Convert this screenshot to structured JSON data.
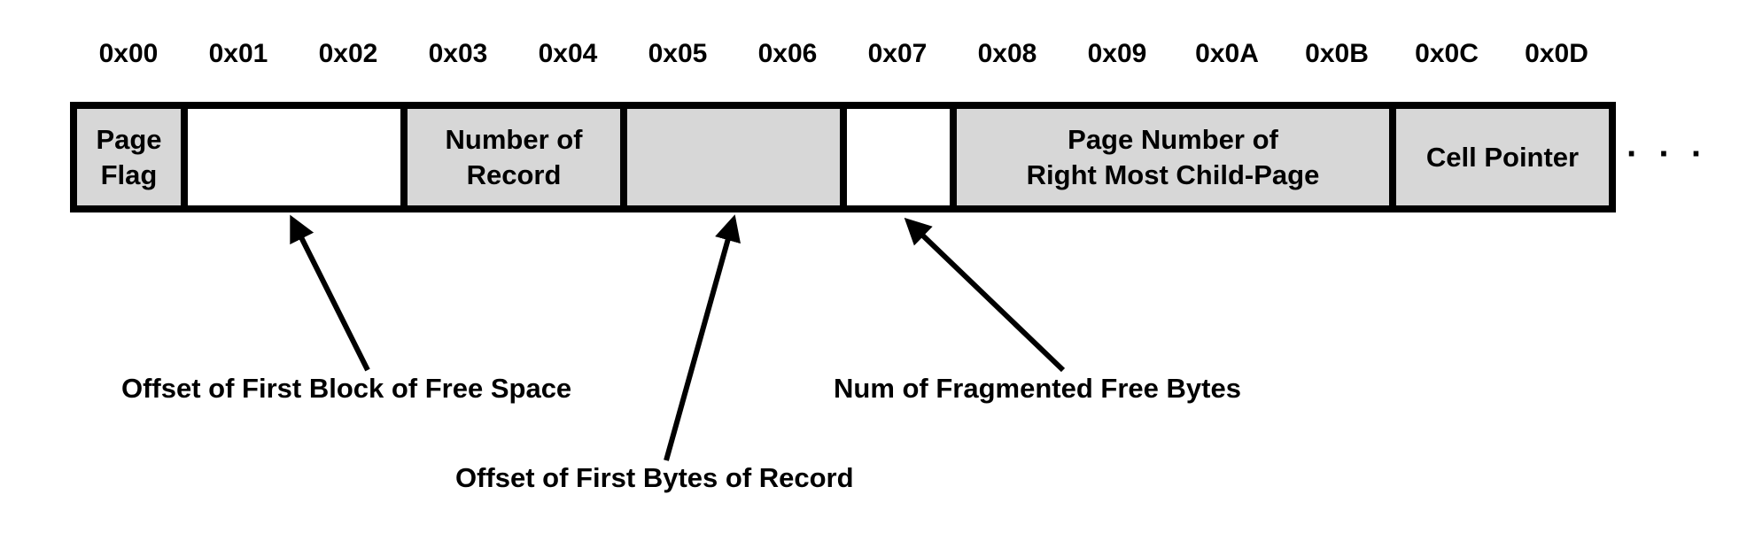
{
  "offsets": [
    "0x00",
    "0x01",
    "0x02",
    "0x03",
    "0x04",
    "0x05",
    "0x06",
    "0x07",
    "0x08",
    "0x09",
    "0x0A",
    "0x0B",
    "0x0C",
    "0x0D"
  ],
  "fields": [
    {
      "label": "Page\nFlag",
      "shaded": true
    },
    {
      "label": "",
      "shaded": false
    },
    {
      "label": "Number of\nRecord",
      "shaded": true
    },
    {
      "label": "",
      "shaded": true
    },
    {
      "label": "",
      "shaded": false
    },
    {
      "label": "Page Number of\nRight Most Child-Page",
      "shaded": true
    },
    {
      "label": "Cell Pointer",
      "shaded": true
    }
  ],
  "ellipsis": "· · ·",
  "annotations": [
    {
      "text": "Offset of First Block of Free Space",
      "target_field": 1
    },
    {
      "text": "Offset of First Bytes of Record",
      "target_field": 3
    },
    {
      "text": "Num of Fragmented Free Bytes",
      "target_field": 4
    }
  ],
  "colors": {
    "shaded_fill": "#d7d7d7",
    "border": "#000000",
    "background": "#ffffff"
  }
}
